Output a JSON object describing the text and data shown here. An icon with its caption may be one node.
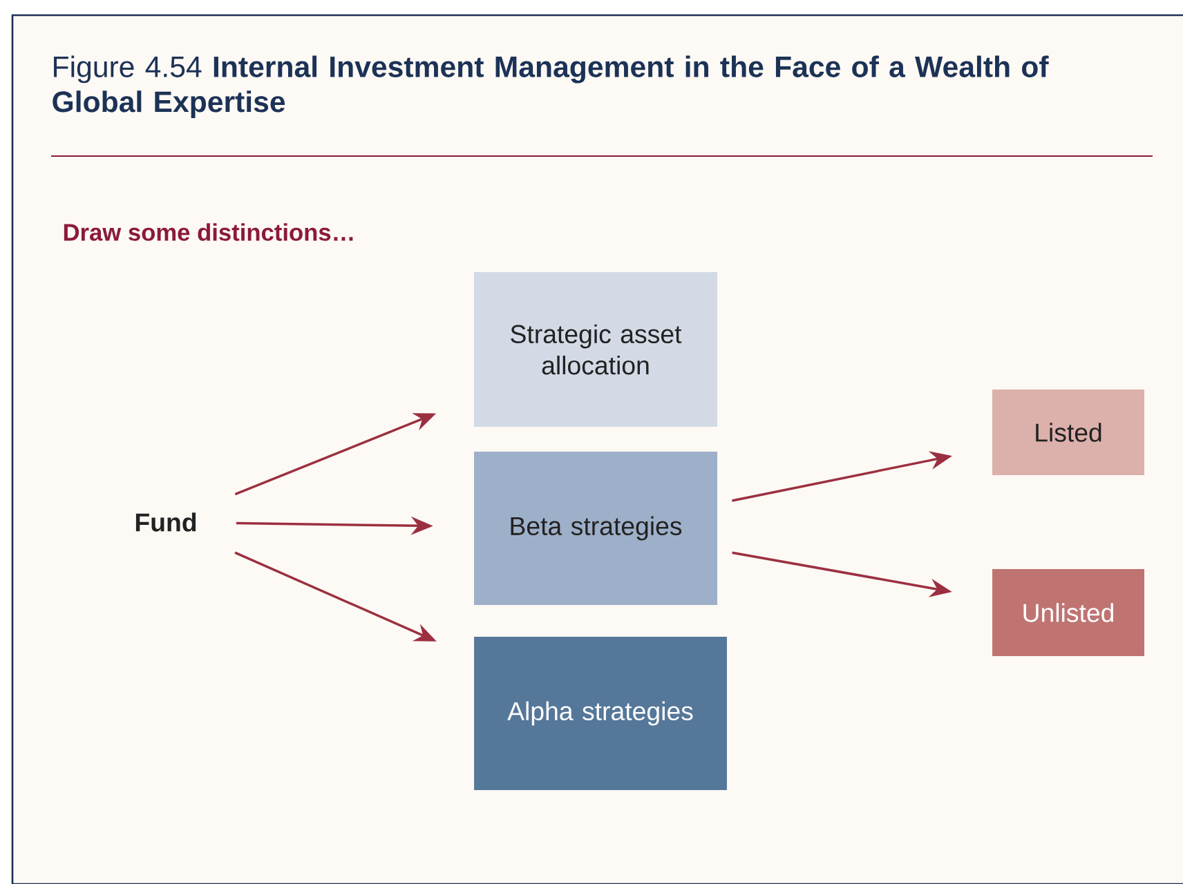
{
  "diagram": {
    "title": "Figure 4.54 **Internal Investment Management in the Face of a Wealth of Global Expertise**",
    "nodes": [
      {
        "text": [
          "Fund"
        ]
      },
      {
        "text": [
          "Strategic asset allocation"
        ]
      },
      {
        "text": [
          "Beta strategies"
        ]
      },
      {
        "text": [
          "Alpha strategies"
        ]
      },
      {
        "text": [
          "Listed"
        ]
      },
      {
        "text": [
          "Unlisted"
        ]
      }
    ],
    "edges": [
      {
        "from": 0,
        "to": 1,
        "arrow": "to"
      },
      {
        "from": 0,
        "to": 2,
        "arrow": "to"
      },
      {
        "from": 0,
        "to": 3,
        "arrow": "to"
      },
      {
        "from": 2,
        "to": 4,
        "arrow": "to"
      },
      {
        "from": 2,
        "to": 5,
        "arrow": "to"
      }
    ],
    "labels": [
      "Draw some distinctions…"
    ]
  }
}
